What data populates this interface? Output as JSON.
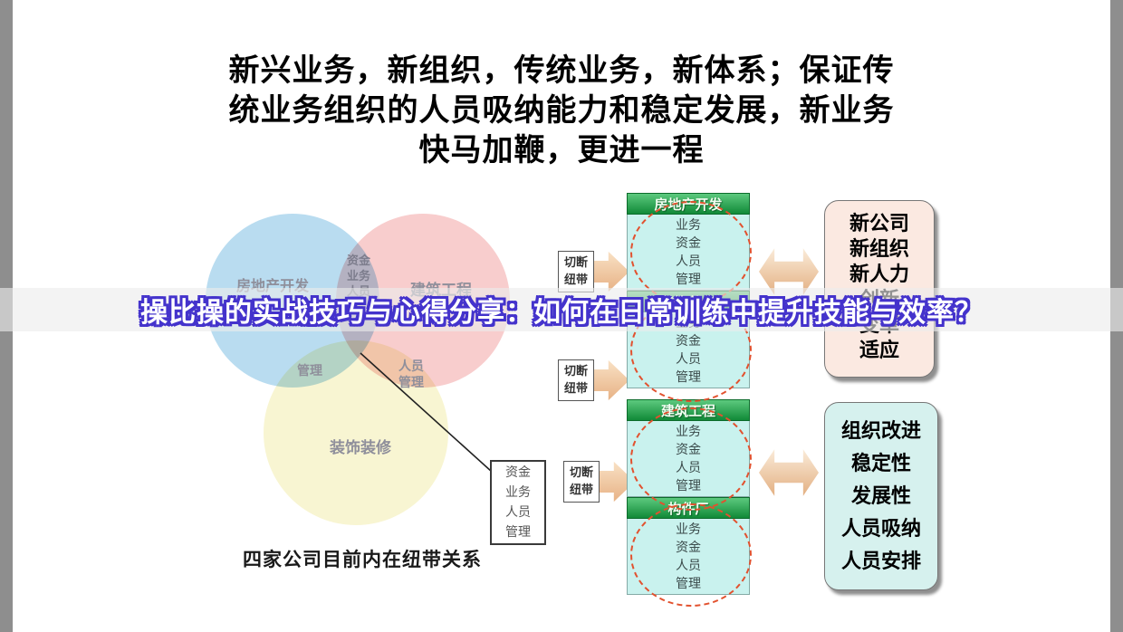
{
  "banner": {
    "text": "操比操的实战技巧与心得分享：如何在日常训练中提升技能与效率？"
  },
  "title": {
    "text": "新兴业务，新组织，传统业务，新体系；保证传\n统业务组织的人员吸纳能力和稳定发展，新业务\n快马加鞭，更进一程"
  },
  "venn": {
    "caption": "四家公司目前内在纽带关系",
    "labels": {
      "blue": "房地产开发",
      "pink": "建筑工程",
      "yellow": "装饰装修",
      "center": "资金\n业务\n人员",
      "left_overlap": "管理",
      "right_overlap": "人员\n管理"
    },
    "bond_box": "资金\n业务\n人员\n管理"
  },
  "cut_arrow_label": "切断\n纽带",
  "flow": {
    "boxes": [
      {
        "header": "房地产开发",
        "items": "业务\n资金\n人员\n管理"
      },
      {
        "header": "装饰装修",
        "items": "业务\n资金\n人员\n管理"
      },
      {
        "header": "建筑工程",
        "items": "业务\n资金\n人员\n管理"
      },
      {
        "header": "构件厂",
        "items": "业务\n资金\n人员\n管理"
      }
    ]
  },
  "results": {
    "top": "新公司\n新组织\n新人力\n创新\n变革\n适应",
    "bottom": "组织改进\n稳定性\n发展性\n人员吸纳\n人员安排"
  },
  "colors": {
    "side_margin": "#8e8e8e",
    "banner_text_fill": "#ffffff",
    "banner_text_outline": "#4433cc",
    "banner_background": "#ececec",
    "circle_blue": "#b9dcf0",
    "circle_pink": "#f8cdcd",
    "circle_yellow": "#f8f5d2",
    "flow_header_green": "#118a38",
    "flow_body_cyan": "#c9f2ee",
    "dashed_ellipse_red": "#e2512e",
    "arrow_tan": "#e7b184",
    "result_top_bg": "#fbe9e1",
    "result_bottom_bg": "#d6f1ee"
  }
}
